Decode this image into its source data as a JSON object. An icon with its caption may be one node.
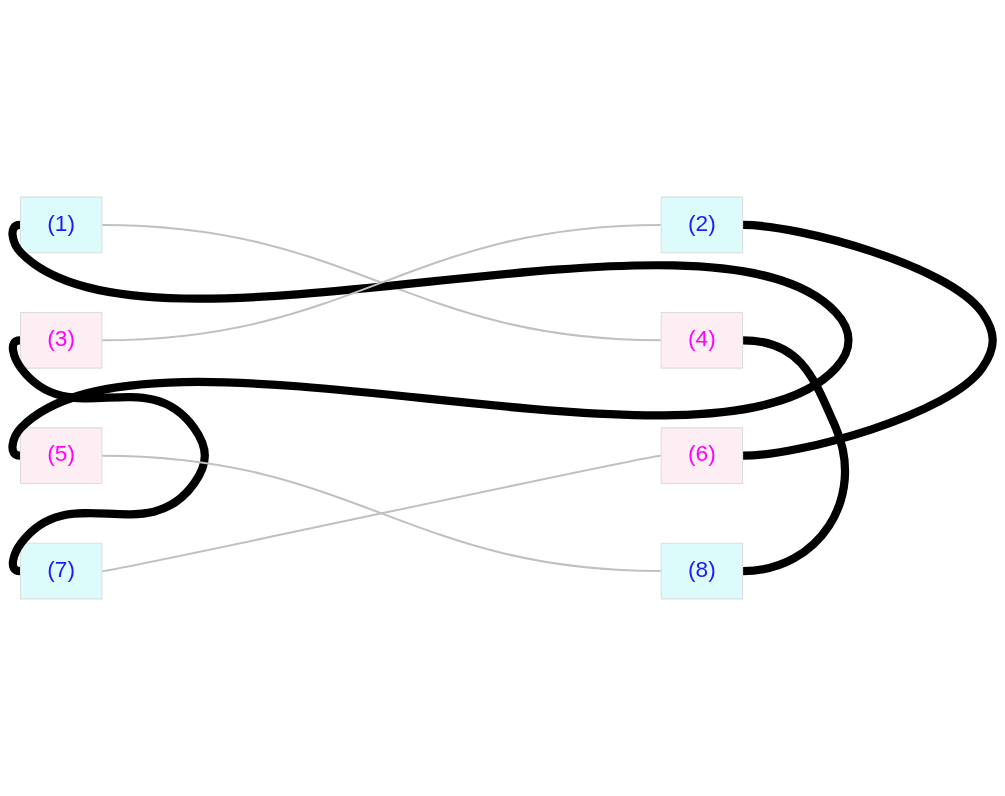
{
  "diagram": {
    "nodes": [
      {
        "text": [
          "(1)"
        ]
      },
      {
        "text": [
          "(2)"
        ]
      },
      {
        "text": [
          "(3)"
        ]
      },
      {
        "text": [
          "(4)"
        ]
      },
      {
        "text": [
          "(5)"
        ]
      },
      {
        "text": [
          "(6)"
        ]
      },
      {
        "text": [
          "(7)"
        ]
      },
      {
        "text": [
          "(8)"
        ]
      }
    ],
    "edges": [
      {
        "from": 0,
        "to": 4,
        "arrow": "none",
        "style": "thick"
      },
      {
        "from": 2,
        "to": 6,
        "arrow": "none",
        "style": "thick"
      },
      {
        "from": 1,
        "to": 5,
        "arrow": "none",
        "style": "thick"
      },
      {
        "from": 3,
        "to": 7,
        "arrow": "none",
        "style": "thick"
      },
      {
        "from": 0,
        "to": 3,
        "arrow": "none",
        "color": "#c0c0c0"
      },
      {
        "from": 1,
        "to": 2,
        "arrow": "none",
        "color": "#c0c0c0"
      },
      {
        "from": 4,
        "to": 7,
        "arrow": "none",
        "color": "#c0c0c0"
      },
      {
        "from": 5,
        "to": 6,
        "arrow": "none",
        "color": "#c0c0c0"
      }
    ]
  }
}
